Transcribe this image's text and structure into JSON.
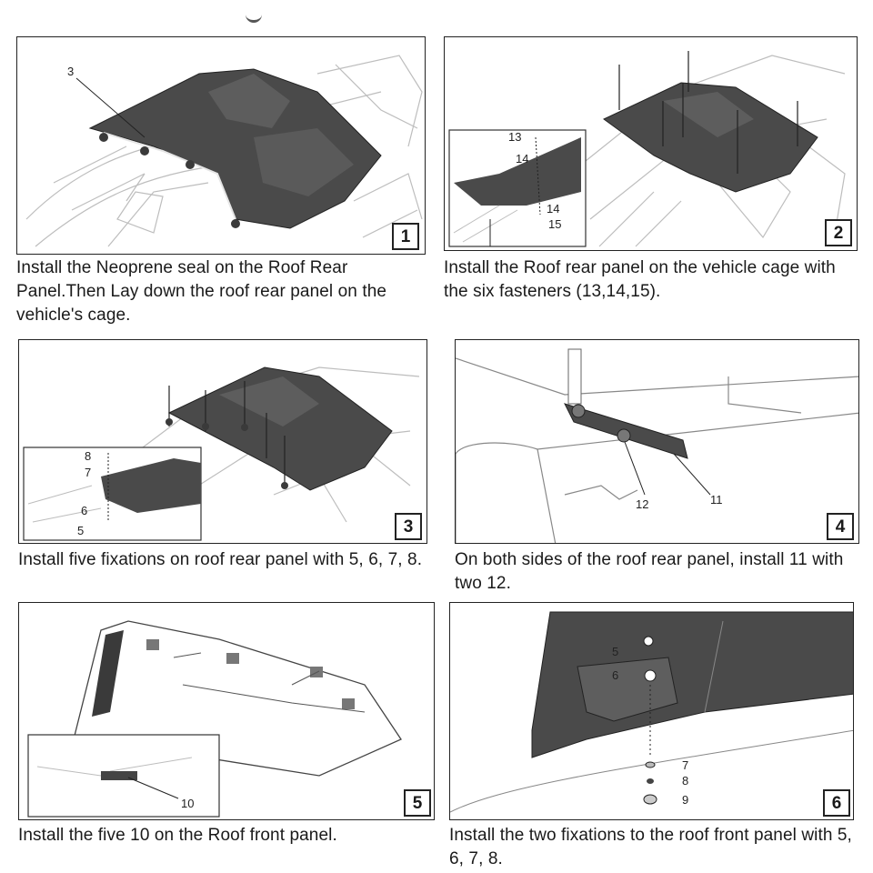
{
  "steps": [
    {
      "number": "1",
      "caption": "Install the Neoprene seal on the Roof Rear Panel.Then Lay down the roof rear panel on the vehicle's cage.",
      "callouts": [
        "3"
      ]
    },
    {
      "number": "2",
      "caption": "Install the Roof rear panel on the vehicle cage with the six fasteners (13,14,15).",
      "callouts": [
        "13",
        "14",
        "14",
        "15"
      ]
    },
    {
      "number": "3",
      "caption": "Install five fixations on roof rear panel with 5, 6, 7, 8.",
      "callouts": [
        "8",
        "7",
        "6",
        "5"
      ]
    },
    {
      "number": "4",
      "caption": "On both sides of the roof rear panel, install 11 with two 12.",
      "callouts": [
        "12",
        "11"
      ]
    },
    {
      "number": "5",
      "caption": "Install the five 10 on the Roof front panel.",
      "callouts": [
        "10"
      ]
    },
    {
      "number": "6",
      "caption": "Install the two fixations to the roof front panel with 5, 6, 7, 8.",
      "callouts": [
        "5",
        "6",
        "7",
        "8",
        "9"
      ]
    }
  ],
  "colors": {
    "panel": "#4a4a4a",
    "panel_light": "#6e6e6e",
    "line": "#bdbdbd",
    "frame": "#222222"
  }
}
